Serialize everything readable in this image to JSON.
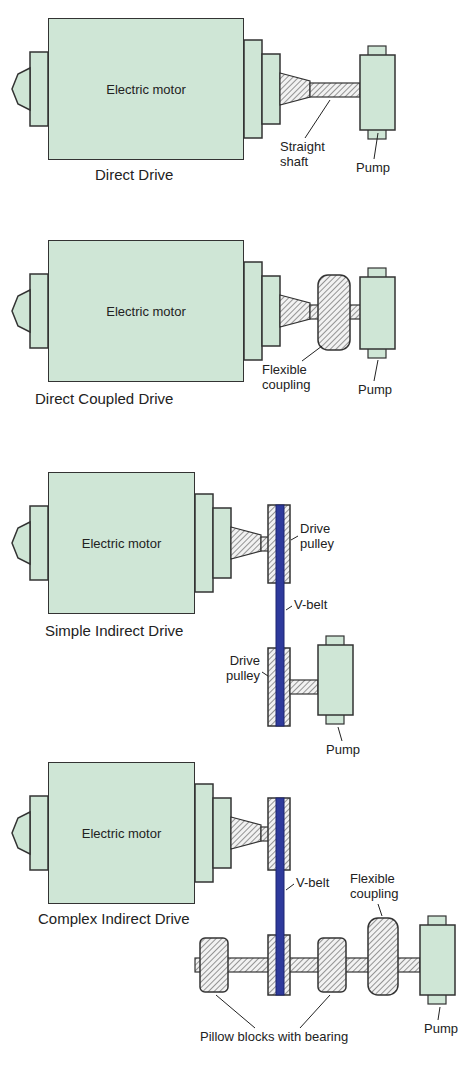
{
  "diagram": {
    "nodes": [
      {
        "text": [
          "Electric motor"
        ]
      },
      {
        "text": [
          "Electric motor"
        ]
      },
      {
        "text": [
          "Electric motor"
        ]
      },
      {
        "text": [
          "Electric motor"
        ]
      }
    ],
    "labels": [
      "Straight shaft",
      "Pump",
      "Direct Drive",
      "Flexible coupling",
      "Pump",
      "Direct Coupled Drive",
      "Drive pulley",
      "V-belt",
      "Simple Indirect Drive",
      "Drive pulley",
      "Pump",
      "V-belt",
      "Complex Indirect Drive",
      "Flexible coupling",
      "Pillow blocks with bearing",
      "Pump"
    ]
  }
}
